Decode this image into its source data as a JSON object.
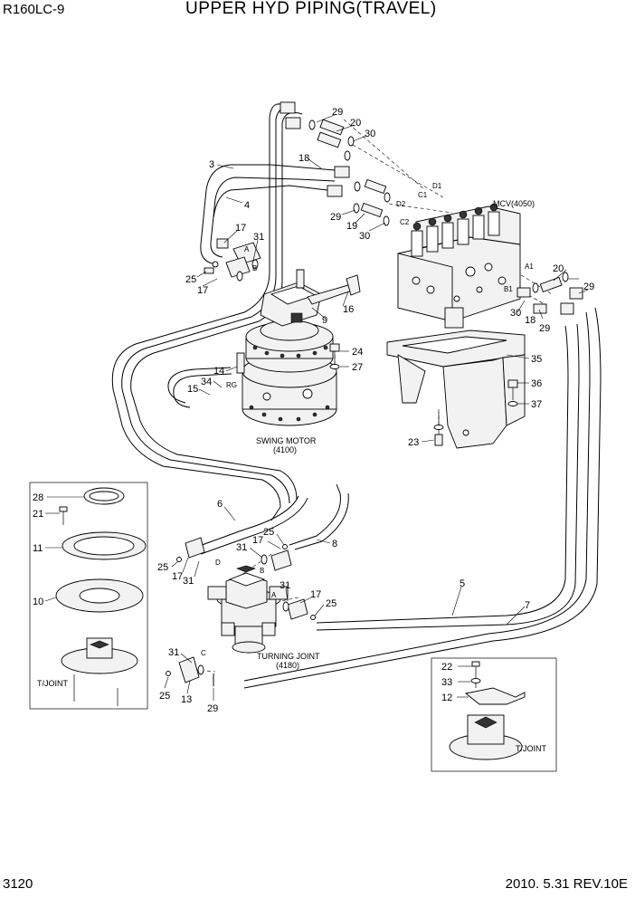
{
  "header": {
    "model": "R160LC-9",
    "title": "UPPER HYD PIPING(TRAVEL)"
  },
  "footer": {
    "page": "3120",
    "revision": "2010. 5.31  REV.10E"
  },
  "captions": {
    "mcv": "MCV(4050)",
    "swing_motor": "SWING MOTOR",
    "swing_motor_code": "(4100)",
    "turning_joint": "TURNING JOINT",
    "turning_joint_code": "(4180)",
    "tjoint_left": "T/JOINT",
    "tjoint_right": "T/JOINT"
  },
  "ports": [
    "D1",
    "C1",
    "D2",
    "C2",
    "A1",
    "B1",
    "RG",
    "D",
    "B",
    "A",
    "C",
    "A",
    "B"
  ],
  "callouts": [
    "29",
    "20",
    "30",
    "3",
    "18",
    "4",
    "29",
    "19",
    "30",
    "17",
    "31",
    "25",
    "17",
    "B",
    "A",
    "9",
    "16",
    "24",
    "27",
    "14",
    "34",
    "15",
    "30",
    "20",
    "29",
    "18",
    "29",
    "35",
    "36",
    "37",
    "23",
    "28",
    "21",
    "11",
    "10",
    "6",
    "25",
    "8",
    "31",
    "17",
    "25",
    "17",
    "31",
    "31",
    "17",
    "25",
    "5",
    "7",
    "31",
    "25",
    "13",
    "29",
    "22",
    "33",
    "12"
  ]
}
